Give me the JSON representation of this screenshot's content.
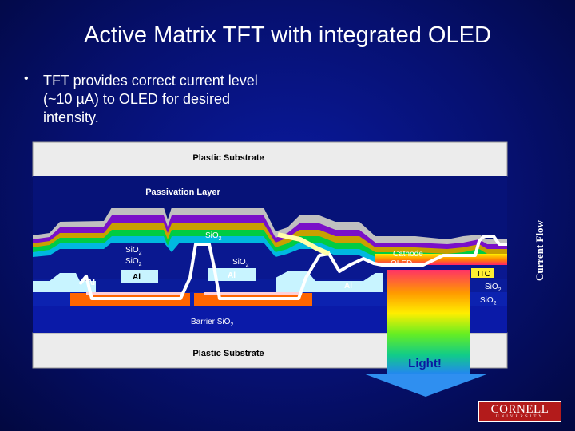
{
  "title": "Active Matrix TFT with integrated OLED",
  "bullet": "TFT provides correct current level (~10 µA) to OLED for desired intensity.",
  "bullet_marker": "•",
  "diagram": {
    "plastic_substrate_top": "Plastic Substrate",
    "plastic_substrate_bottom": "Plastic Substrate",
    "passivation_layer": "Passivation Layer",
    "sio2_top": "SiO",
    "sio2_a": "SiO",
    "sio2_b": "SiO",
    "sio2_mid": "SiO",
    "sio2_right_a": "SiO",
    "sio2_right_b": "SiO",
    "barrier_sio2": "Barrier SiO",
    "subscript": "2",
    "al_1": "Al",
    "al_2": "Al",
    "al_3": "Al",
    "al_4": "Al",
    "cathode": "Cathode",
    "oled": "OLED",
    "ito": "ITO",
    "light": "Light!",
    "current_flow": "Current Flow"
  },
  "logo": {
    "name": "CORNELL",
    "sub": "UNIVERSITY"
  },
  "colors": {
    "background": "#061070",
    "layer_blue": "#0a1aa0",
    "al": "#c8f4ff",
    "orange": "#ff6600",
    "cornell_red": "#b31b1b"
  }
}
